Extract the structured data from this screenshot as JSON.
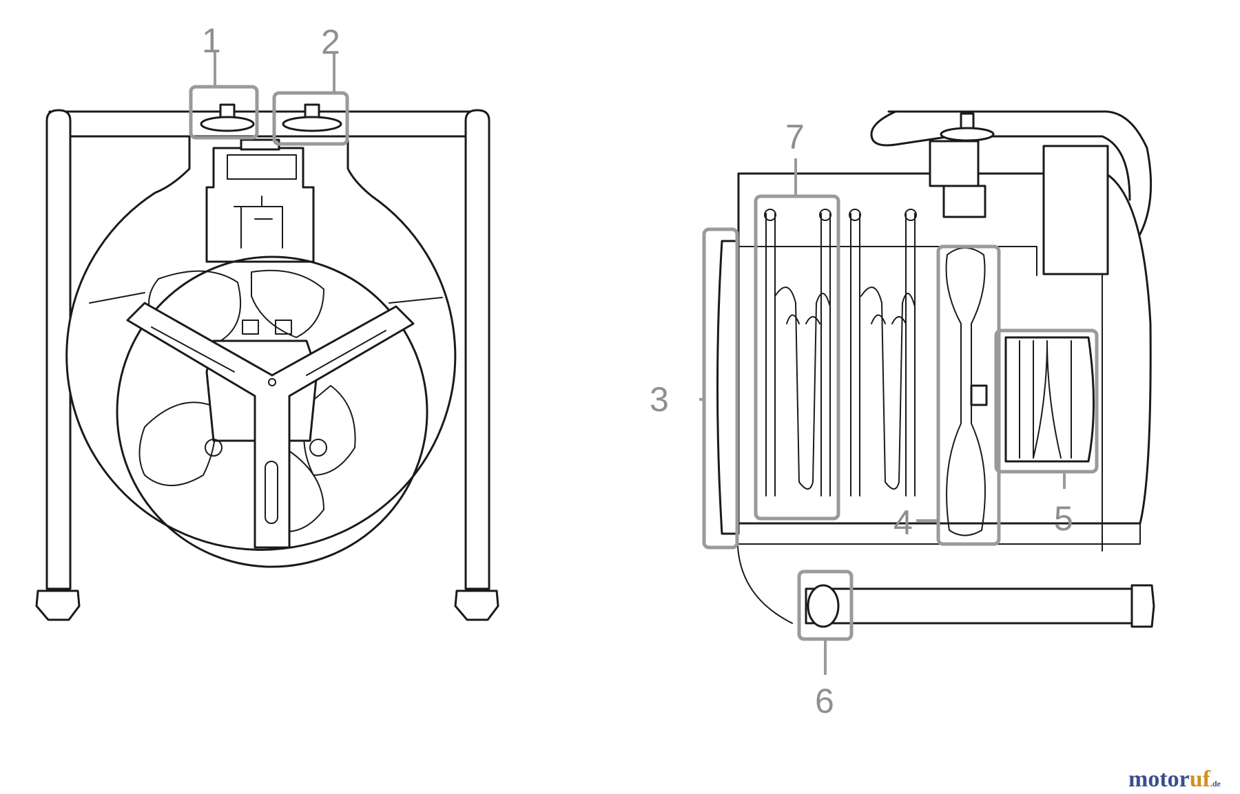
{
  "callouts": {
    "c1": "1",
    "c2": "2",
    "c3": "3",
    "c4": "4",
    "c5": "5",
    "c6": "6",
    "c7": "7"
  },
  "watermark": {
    "brand_part1": "motor",
    "brand_part2": "uf",
    "suffix": ".de",
    "color_dark": "#3a4f8f",
    "color_accent": "#d2901e"
  },
  "colors": {
    "line": "#1a1a1a",
    "callout": "#9a9a9a",
    "background": "#ffffff"
  }
}
